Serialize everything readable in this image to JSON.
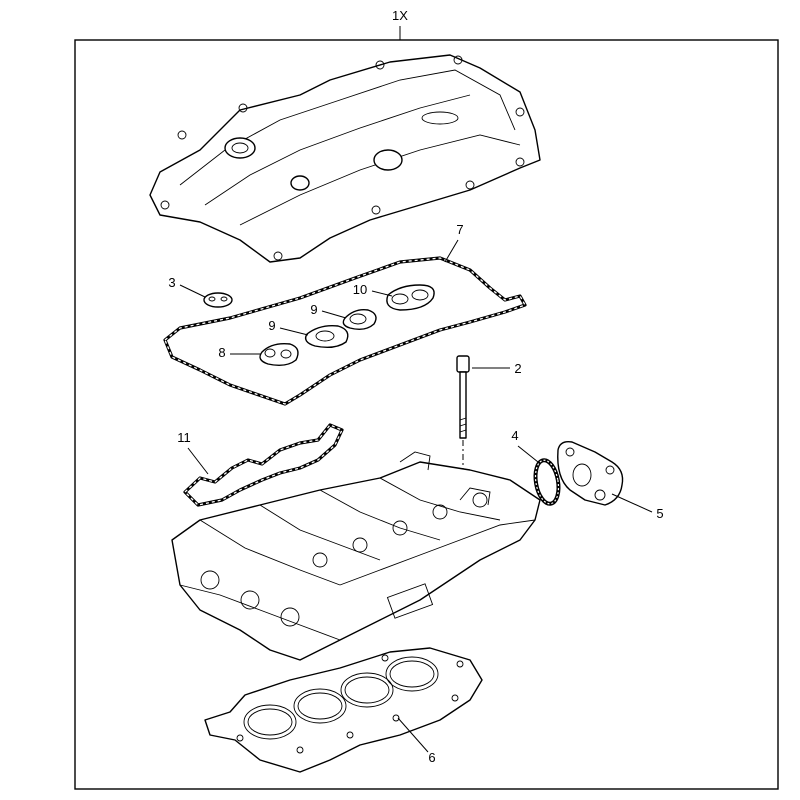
{
  "diagram": {
    "kit_label": "1X",
    "callouts": {
      "bolt": "2",
      "seal_small": "3",
      "o_ring": "4",
      "plate_gasket": "5",
      "head_gasket": "6",
      "cover_gasket": "7",
      "seal_8": "8",
      "seal_9a": "9",
      "seal_9b": "9",
      "seal_10": "10",
      "intake_gasket": "11"
    }
  }
}
